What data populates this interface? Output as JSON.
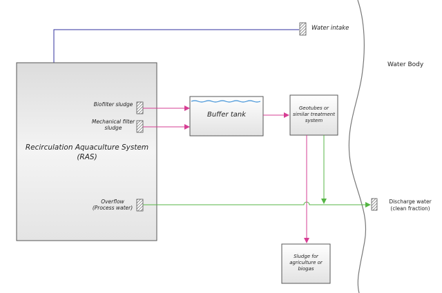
{
  "labels": {
    "water_intake": "Water intake",
    "water_body": "Water Body",
    "ras_title": "Recirculation Aquaculture System (RAS)",
    "biofilter_sludge": "Biofilter sludge",
    "mechanical_filter_sludge": "Mechanical filter sludge",
    "overflow": "Overflow (Process water)",
    "buffer_tank": "Buffer tank",
    "geotubes": "Geotubes or similar treatment system",
    "sludge_out": "Sludge for agriculture or biogas",
    "discharge": "Discharge water (clean fraction)"
  },
  "colors": {
    "intake_line": "#2f2f9c",
    "sludge_line": "#d63d93",
    "clean_line": "#55b544",
    "box_border": "#444444",
    "ras_fill": "#ececec",
    "water_surface": "#3a8fd6"
  }
}
